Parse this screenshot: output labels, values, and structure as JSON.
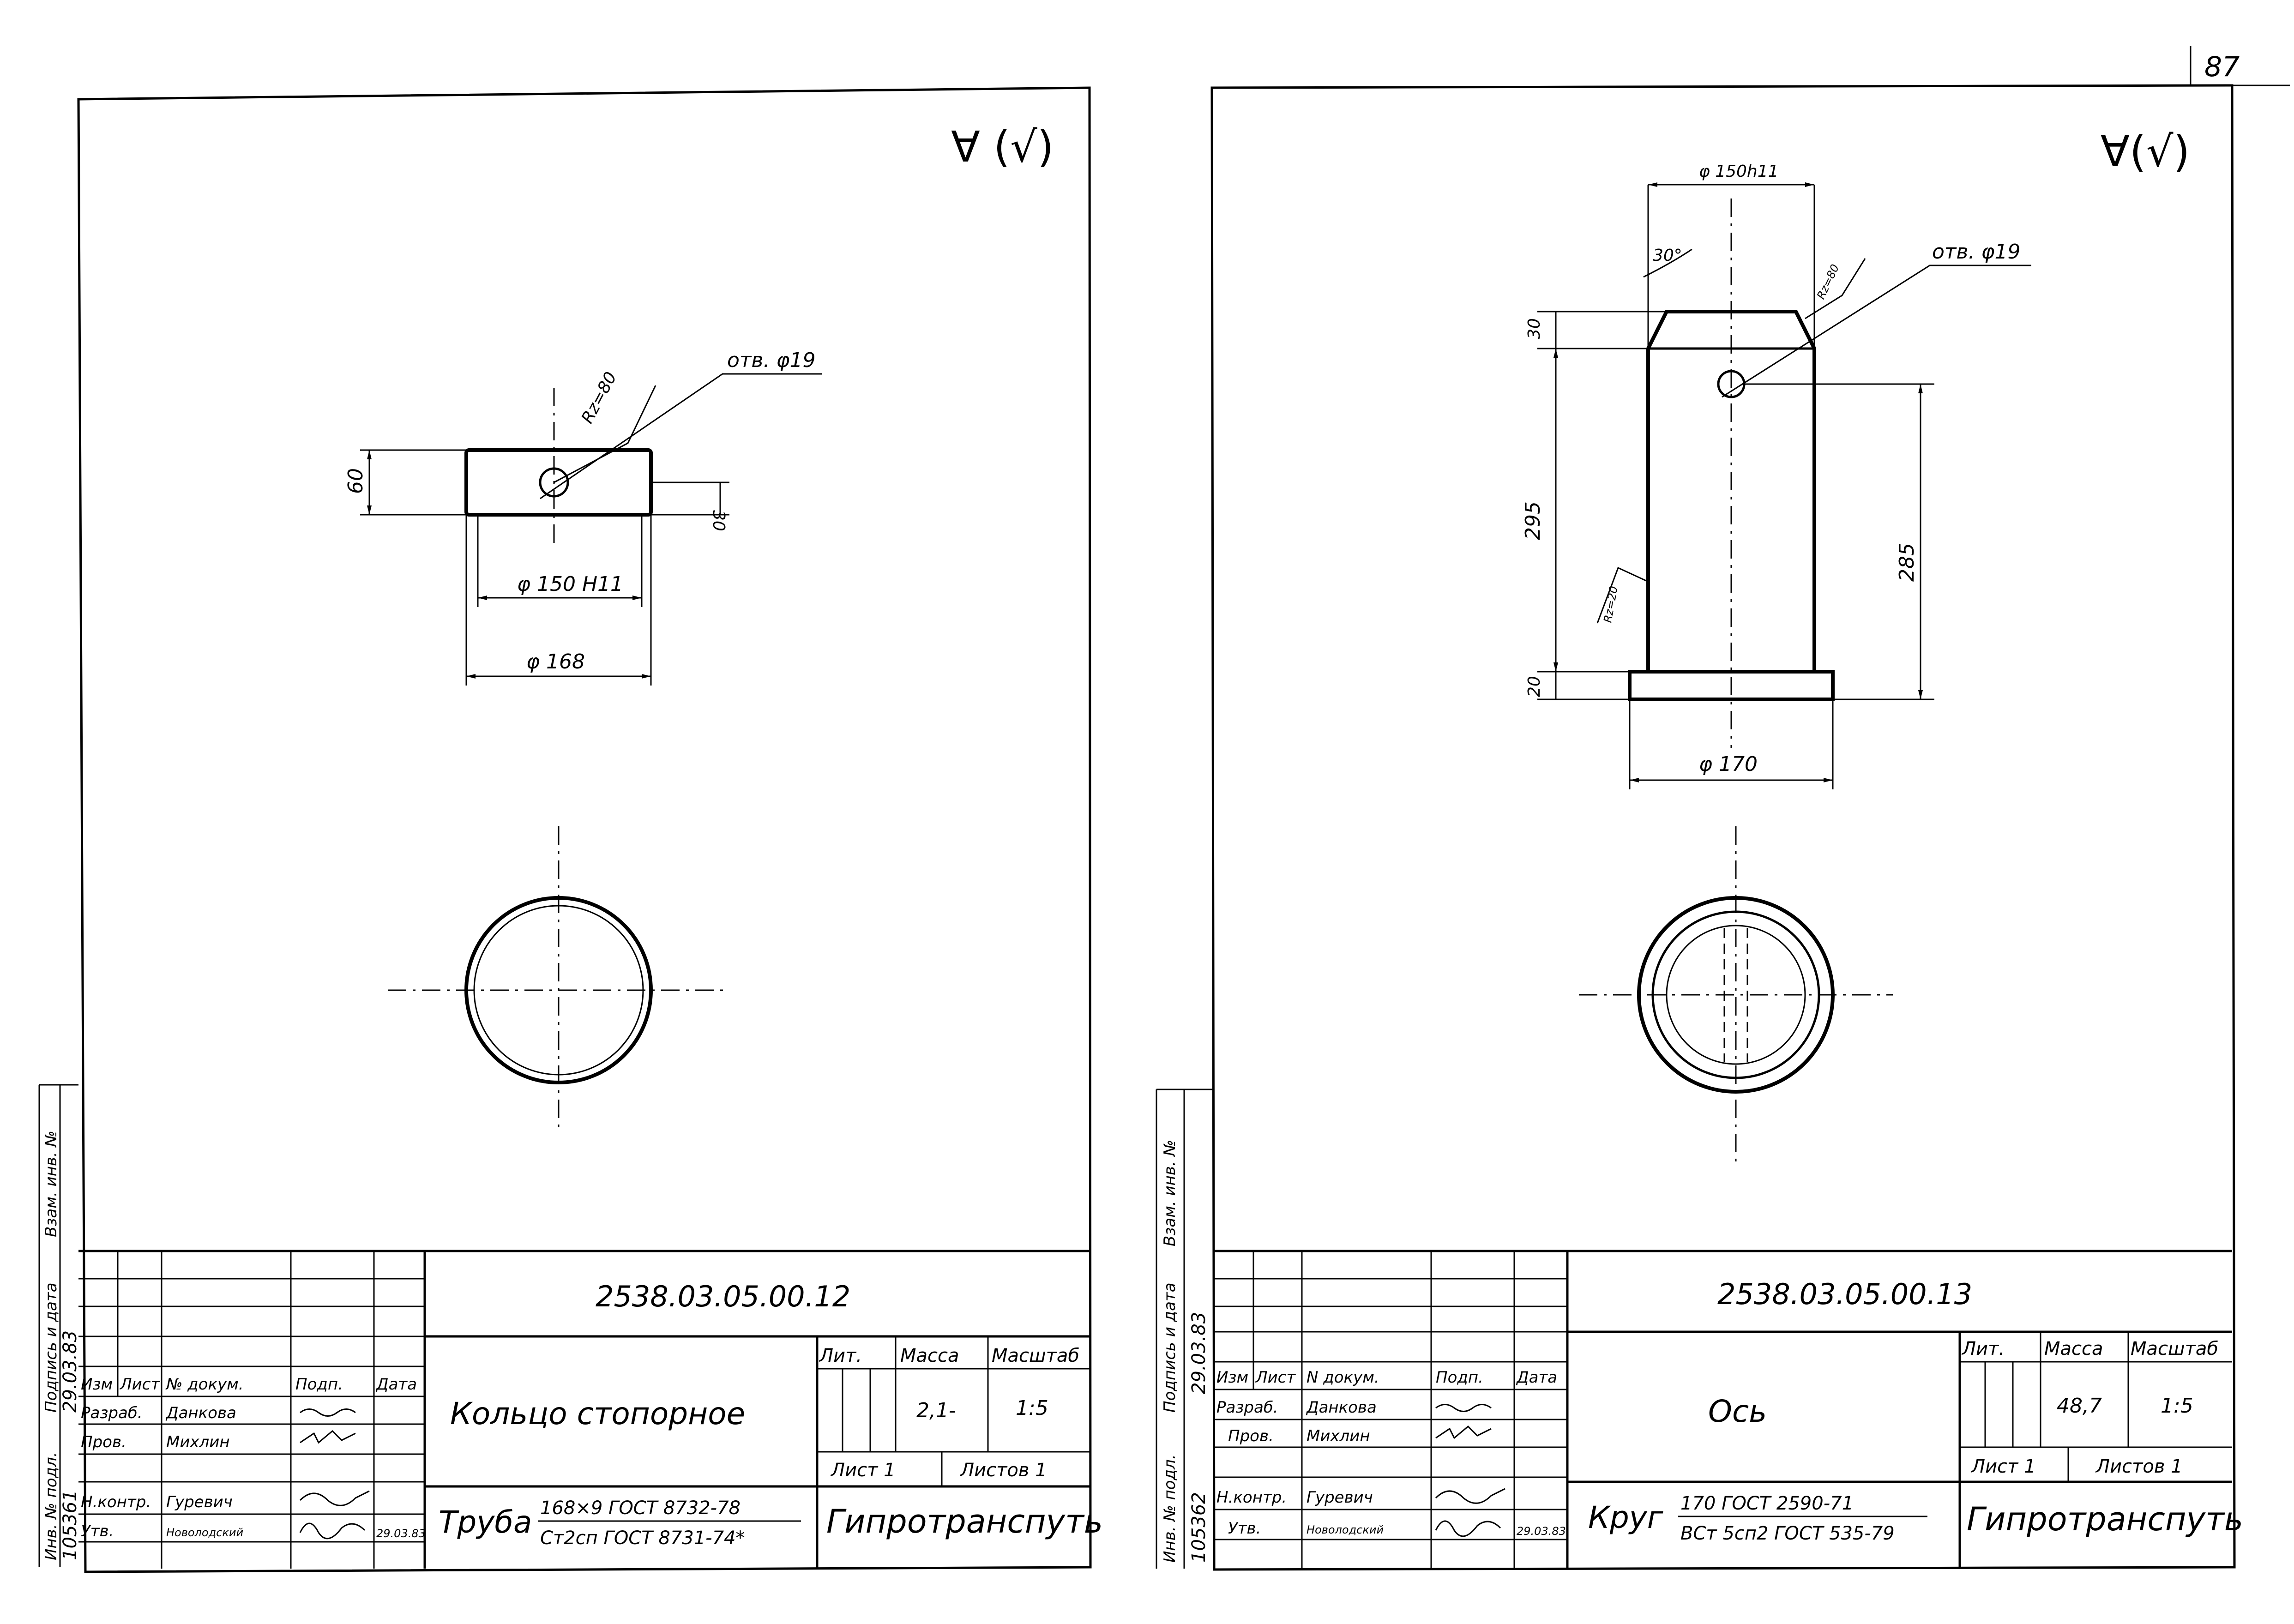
{
  "page_number": "87",
  "sheet_left": {
    "roughness": "∀ (√)",
    "view": {
      "rz": "Rz=80",
      "hole": "отв. φ19",
      "dim_height": "60",
      "dim_hole_offset": "30",
      "dim_inner": "φ 150 H11",
      "dim_outer": "φ 168"
    },
    "title_block": {
      "designation": "2538.03.05.00.12",
      "name": "Кольцо  стопорное",
      "material_prefix": "Труба",
      "material_num": "168×9 ГОСТ 8732-78",
      "material_den": "Ст2сп ГОСТ 8731-74*",
      "organization": "Гипротранспуть",
      "hdr_lit": "Лит.",
      "hdr_mass": "Масса",
      "hdr_scale": "Масштаб",
      "mass": "2,1-",
      "scale": "1:5",
      "sheet": "Лист 1",
      "sheets": "Листов 1",
      "col_izm": "Изм",
      "col_list": "Лист",
      "col_doc": "№ докум.",
      "col_sign": "Подп.",
      "col_date": "Дата",
      "role_dev": "Разраб.",
      "role_check": "Пров.",
      "role_norm": "Н.контр.",
      "role_appr": "Утв.",
      "name_dev": "Данкова",
      "name_check": "Михлин",
      "name_norm": "Гуревич",
      "name_appr": "Новолодский",
      "sign_date": "29.03.83"
    },
    "side_stamp": {
      "inv": "Инв. № подл.",
      "inv_no": "105361",
      "sign": "Подпись и дата",
      "sign_date": "29.03.83",
      "repl": "Взам. инв. №"
    }
  },
  "sheet_right": {
    "roughness": "∀(√)",
    "view": {
      "dim_top": "φ 150h11",
      "angle": "30°",
      "rz_top": "Rz=80",
      "hole": "отв. φ19",
      "dim_chamfer": "30",
      "dim_body": "295",
      "dim_hole_pos": "285",
      "rz_side": "Rz=20",
      "dim_flange": "20",
      "dim_base": "φ 170"
    },
    "title_block": {
      "designation": "2538.03.05.00.13",
      "name": "Ось",
      "material_prefix": "Круг",
      "material_num": "170 ГОСТ 2590-71",
      "material_den": "ВСт 5сп2 ГОСТ 535-79",
      "organization": "Гипротранспуть",
      "hdr_lit": "Лит.",
      "hdr_mass": "Масса",
      "hdr_scale": "Масштаб",
      "mass": "48,7",
      "scale": "1:5",
      "sheet": "Лист 1",
      "sheets": "Листов 1",
      "col_izm": "Изм",
      "col_list": "Лист",
      "col_doc": "N докум.",
      "col_sign": "Подп.",
      "col_date": "Дата",
      "role_dev": "Разраб.",
      "role_check": "Пров.",
      "role_norm": "Н.контр.",
      "role_appr": "Утв.",
      "name_dev": "Данкова",
      "name_check": "Михлин",
      "name_norm": "Гуревич",
      "name_appr": "Новолодский",
      "sign_date": "29.03.83"
    },
    "side_stamp": {
      "inv": "Инв. № подл.",
      "inv_no": "105362",
      "sign": "Подпись и дата",
      "sign_date": "29.03.83",
      "repl": "Взам. инв. №"
    }
  }
}
